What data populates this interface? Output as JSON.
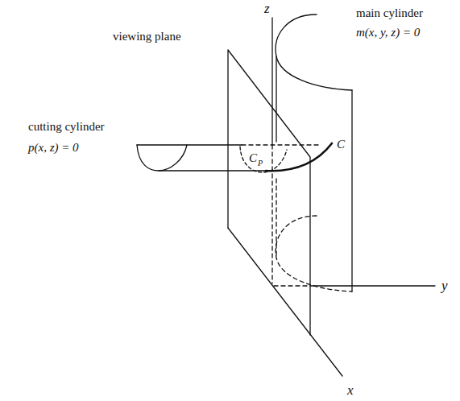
{
  "diagram": {
    "labels": [
      "z",
      "main cylinder",
      "m(x, y, z) = 0",
      "viewing plane",
      "cutting cylinder",
      "p(x, z) = 0",
      "C",
      "P",
      "C",
      "y",
      "x"
    ]
  }
}
